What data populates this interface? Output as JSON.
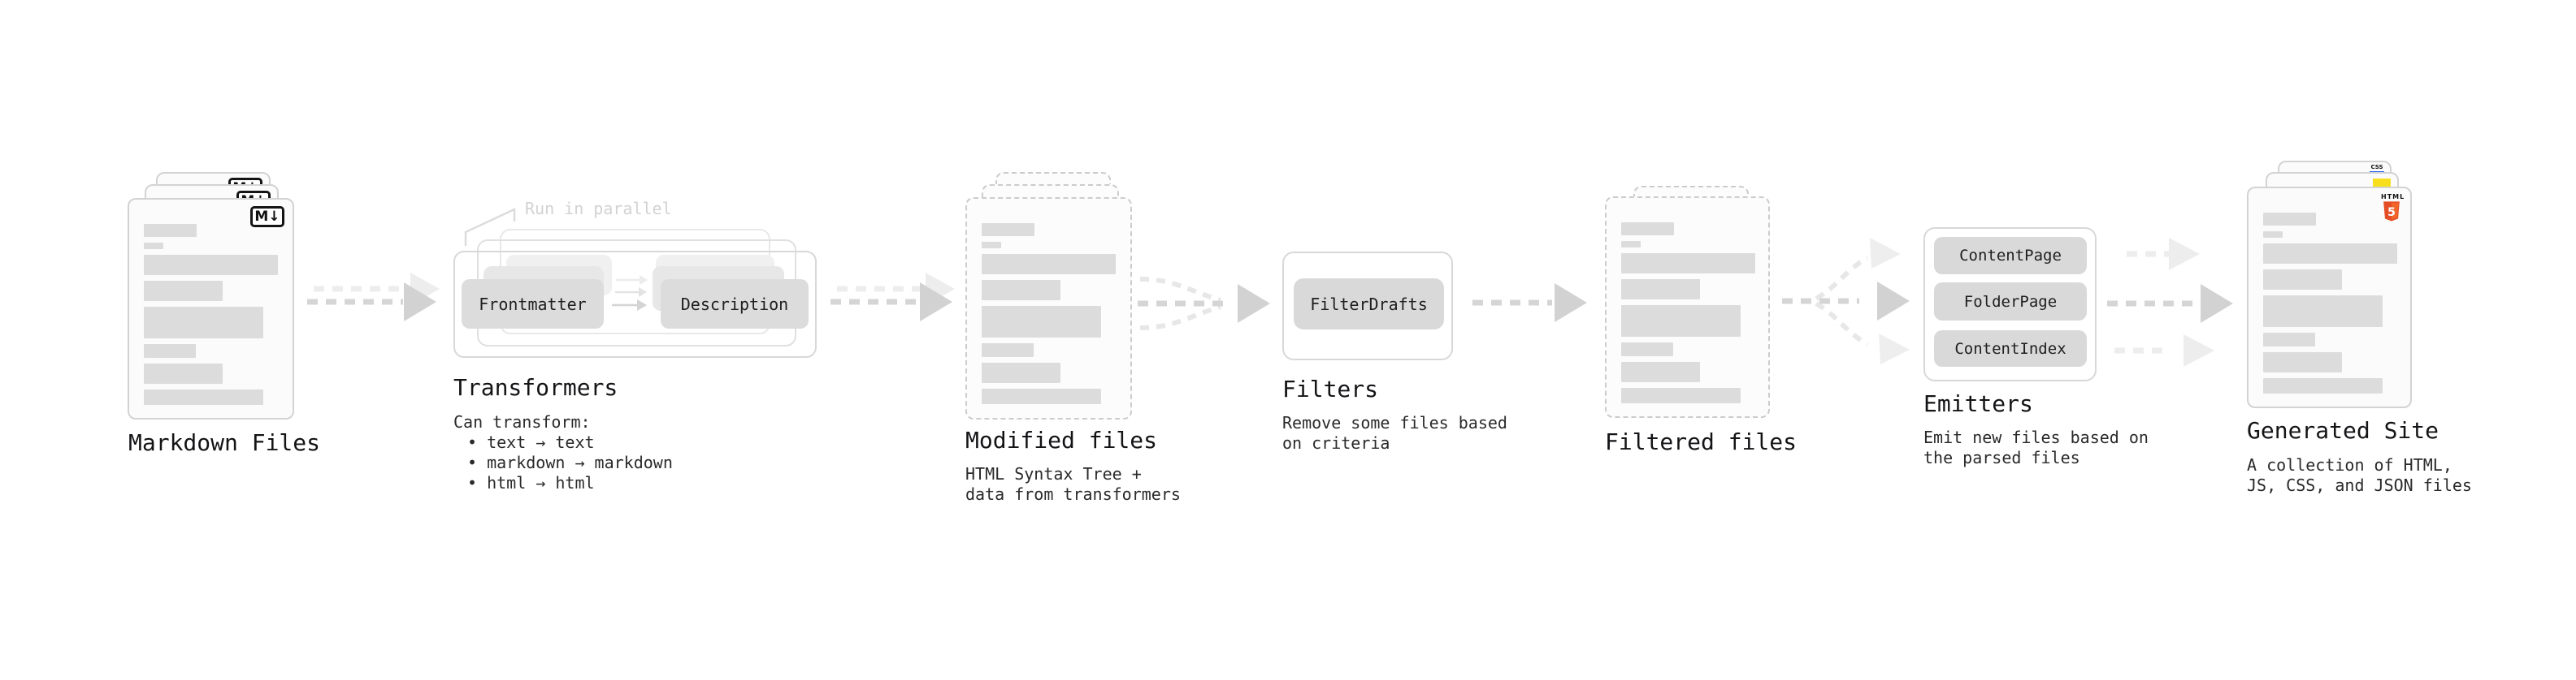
{
  "markdown_files": {
    "title": "Markdown Files",
    "icon_label": "M↓"
  },
  "transformers": {
    "note": "Run in parallel",
    "pill_from": "Frontmatter",
    "pill_to": "Description",
    "title": "Transformers",
    "subtitle": "Can transform:",
    "bullets": [
      "• text → text",
      "• markdown → markdown",
      "• html → html"
    ]
  },
  "modified_files": {
    "title": "Modified files",
    "desc_line1": "HTML Syntax Tree +",
    "desc_line2": "data from transformers"
  },
  "filters": {
    "title": "Filters",
    "pill": "FilterDrafts",
    "desc_line1": "Remove some files based",
    "desc_line2": "on criteria"
  },
  "filtered_files": {
    "title": "Filtered files"
  },
  "emitters": {
    "title": "Emitters",
    "pills": [
      "ContentPage",
      "FolderPage",
      "ContentIndex"
    ],
    "desc_line1": "Emit new files based on",
    "desc_line2": "the parsed files"
  },
  "generated_site": {
    "title": "Generated Site",
    "desc_line1": "A collection of HTML,",
    "desc_line2": "JS, CSS, and JSON files",
    "badge_html": "HTML",
    "badge_html5": "5",
    "badge_css": "CSS"
  },
  "colors": {
    "html5_orange": "#e44d26",
    "html5_orange_light": "#f16529",
    "js_yellow": "#f7df1e",
    "css_blue": "#2965f1"
  }
}
